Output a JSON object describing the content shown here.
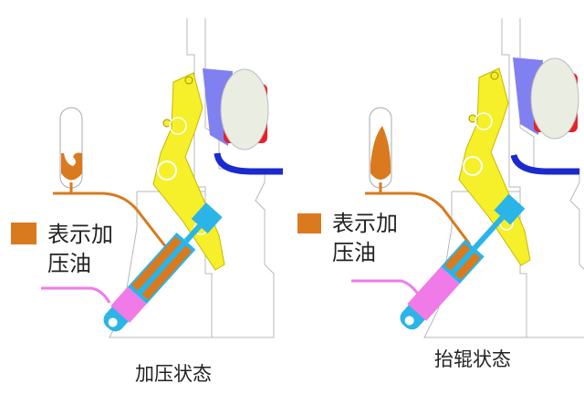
{
  "legend": {
    "line1": "表示加",
    "line2": "压油",
    "color": "#d97a1e"
  },
  "panels": [
    {
      "caption": "加压状态"
    },
    {
      "caption": "抬辊状态"
    }
  ],
  "colors": {
    "arm": "#f5f02a",
    "cylinder": "#2ab4e8",
    "oil": "#d97a1e",
    "pink": "#f07ae8",
    "roller_block": "#8080f0",
    "roller_red": "#e8202a",
    "blue_pipe": "#1a2ad0"
  }
}
